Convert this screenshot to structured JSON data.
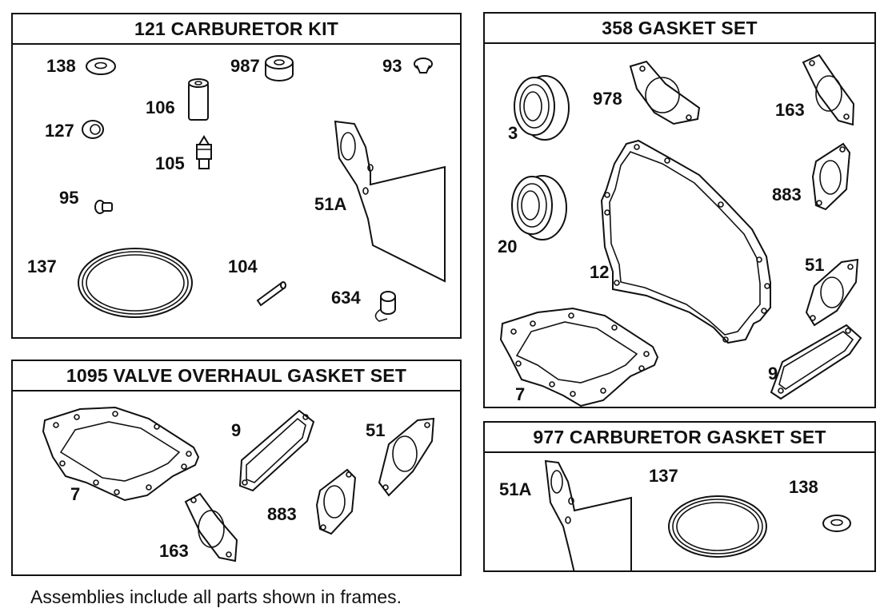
{
  "frames": {
    "carb_kit": {
      "title": "121 CARBURETOR KIT",
      "labels": {
        "p138": "138",
        "p987": "987",
        "p93": "93",
        "p106": "106",
        "p127": "127",
        "p105": "105",
        "p95": "95",
        "p51a": "51A",
        "p137": "137",
        "p104": "104",
        "p634": "634"
      }
    },
    "gasket_set": {
      "title": "358 GASKET SET",
      "labels": {
        "p3": "3",
        "p978": "978",
        "p163": "163",
        "p883": "883",
        "p20": "20",
        "p12": "12",
        "p51": "51",
        "p7": "7",
        "p9": "9"
      }
    },
    "valve_set": {
      "title": "1095 VALVE OVERHAUL GASKET SET",
      "labels": {
        "p7": "7",
        "p9": "9",
        "p51": "51",
        "p883": "883",
        "p163": "163"
      }
    },
    "carb_gasket": {
      "title": "977 CARBURETOR GASKET SET",
      "labels": {
        "p51a": "51A",
        "p137": "137",
        "p138": "138"
      }
    }
  },
  "footer": "Assemblies include all parts shown in frames."
}
